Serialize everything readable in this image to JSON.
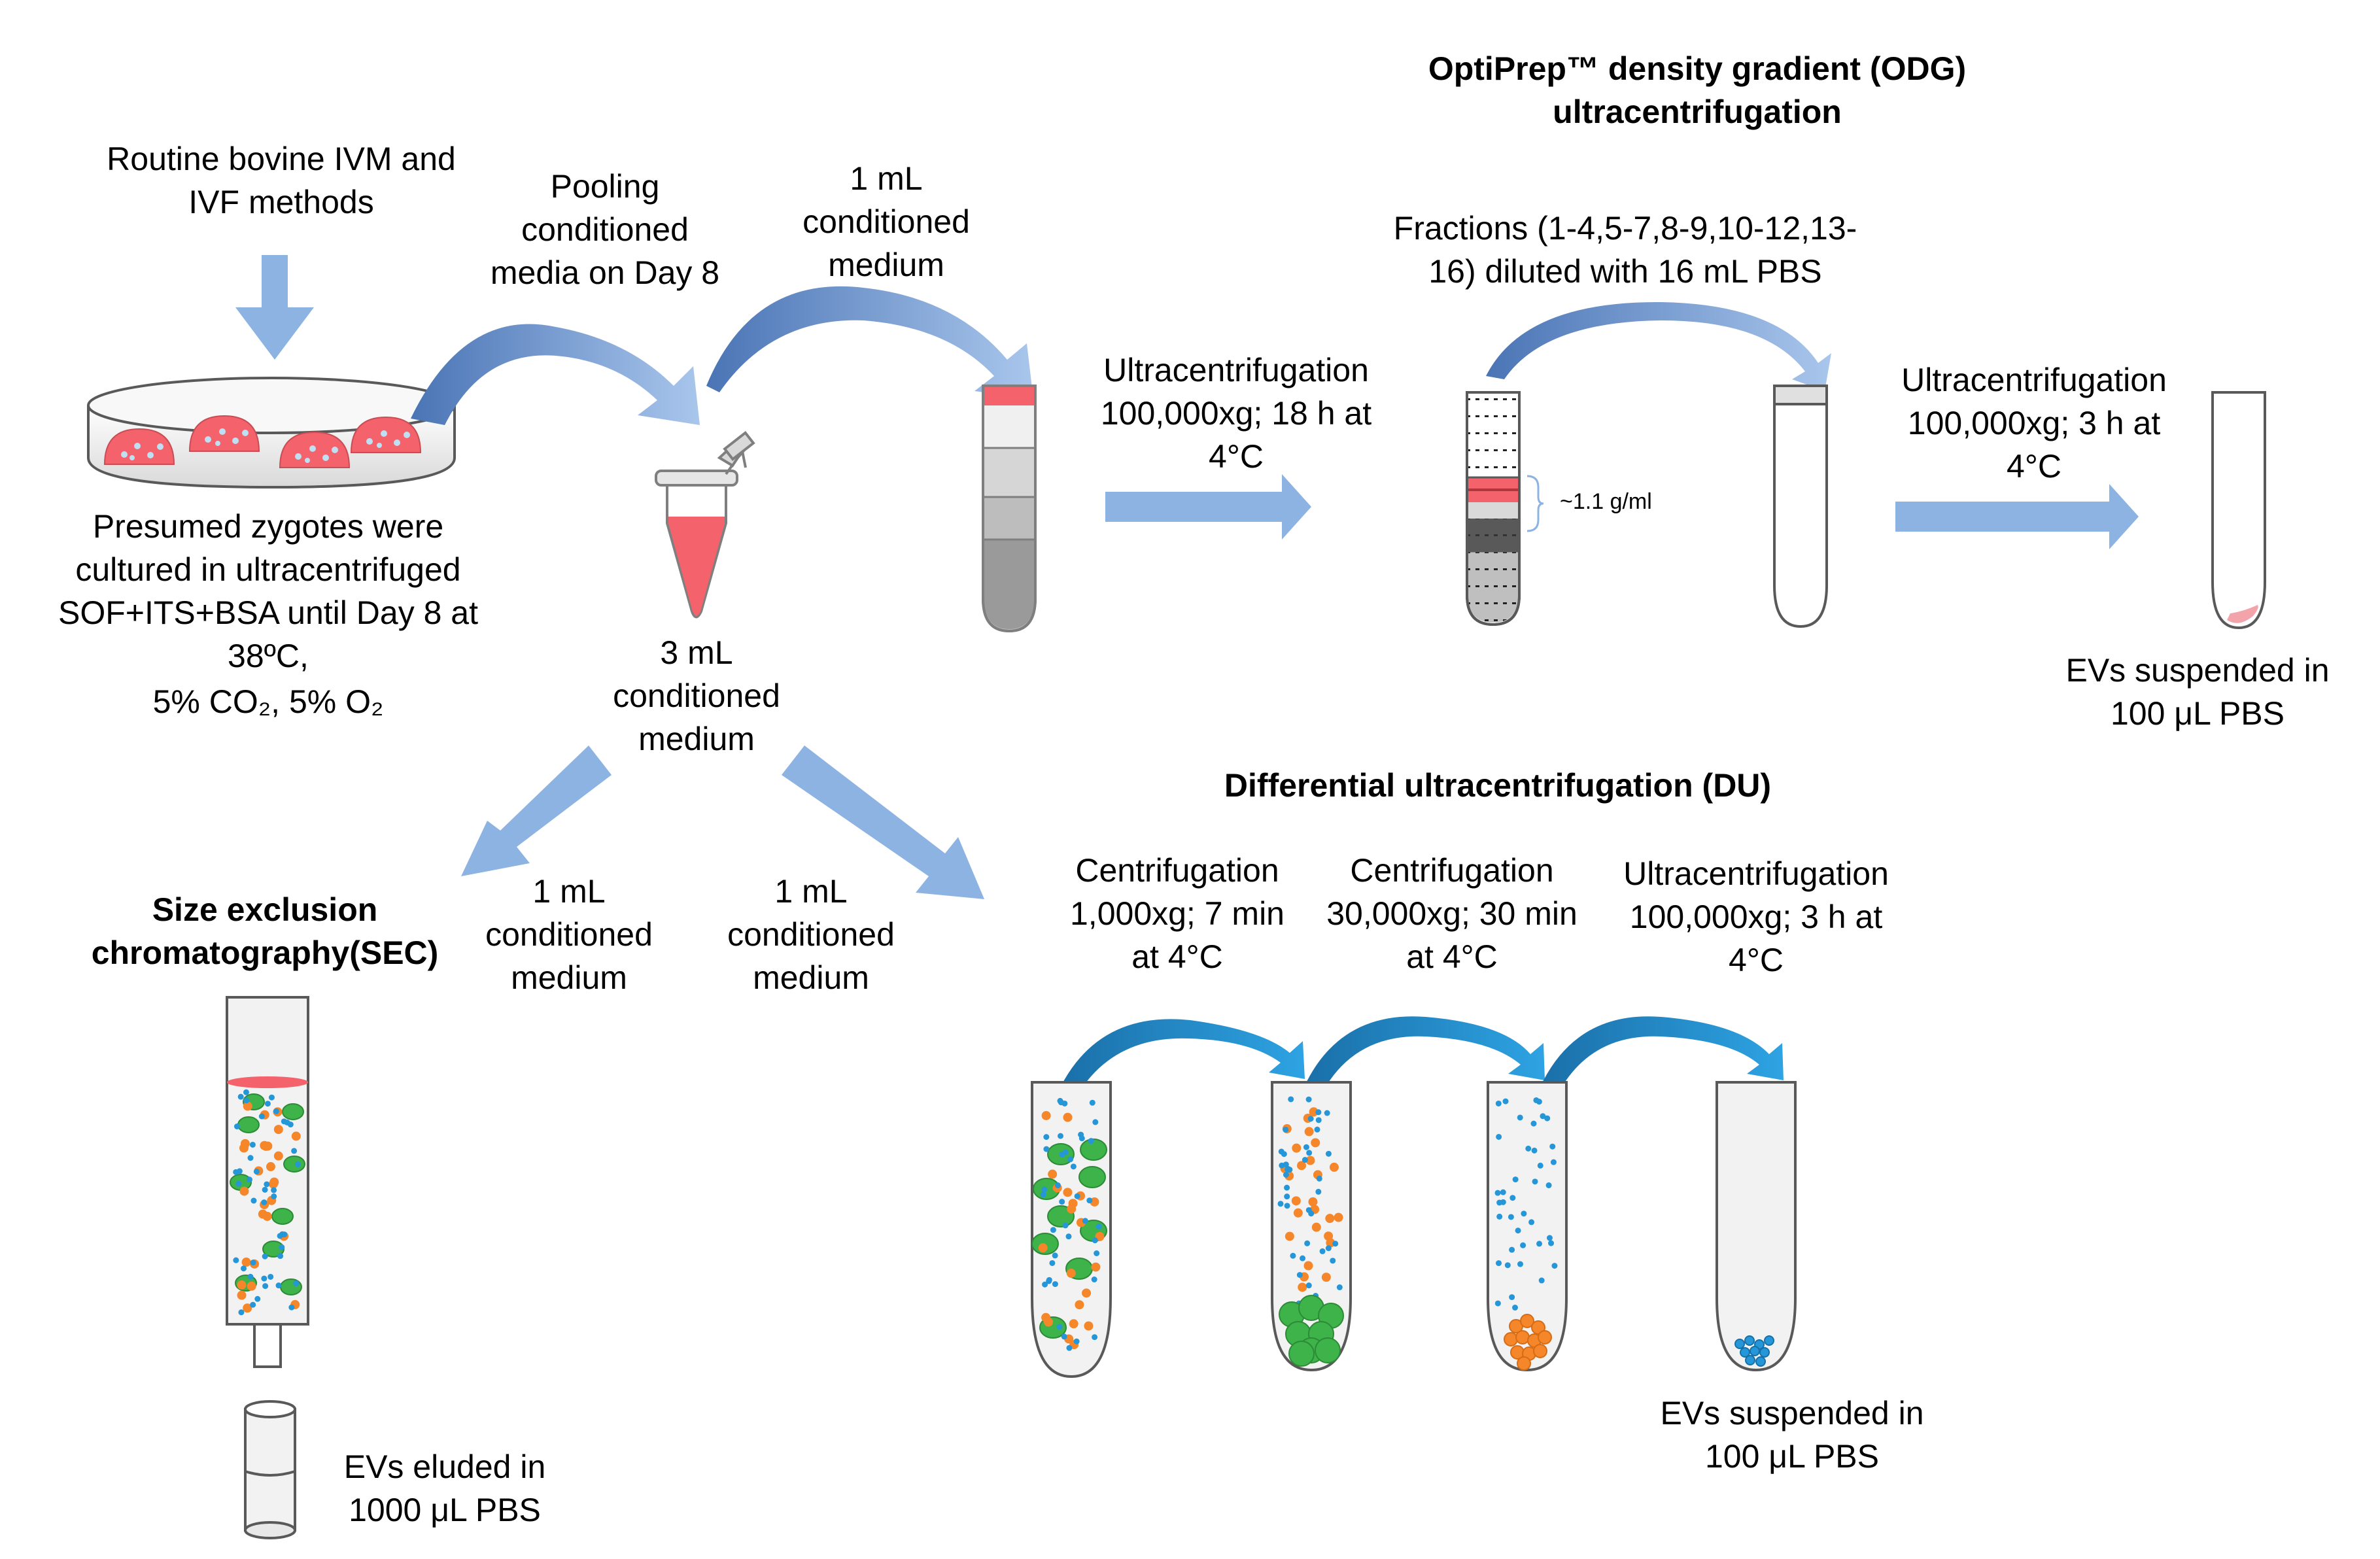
{
  "odg": {
    "title": "OptiPrep™ density gradient (ODG)\nultracentrifugation",
    "fractions_label": "Fractions (1-4,5-7,8-9,10-12,13-\n16) diluted with 16 mL PBS",
    "density_label": "~1.1 g/ml",
    "step1_label": "Ultracentrifugation\n100,000xg; 18 h at\n4°C",
    "step2_label": "Ultracentrifugation\n100,000xg; 3 h at\n4°C",
    "result_label": "EVs suspended in\n100 μL PBS"
  },
  "culture": {
    "methods_label": "Routine bovine IVM and\nIVF methods",
    "zygotes_label": "Presumed zygotes were\ncultured in ultracentrifuged\nSOF+ITS+BSA until Day 8 at\n38ºC,",
    "gas_label": "5% CO₂, 5% O₂"
  },
  "pooling_label": "Pooling\nconditioned\nmedia on Day 8",
  "odg_input_label": "1 mL\nconditioned\nmedium",
  "tube_volume_label": "3 mL\nconditioned\nmedium",
  "sec": {
    "title": "Size exclusion\nchromatography(SEC)",
    "input_label": "1 mL\nconditioned\nmedium",
    "result_label": "EVs eluded in\n1000 μL PBS"
  },
  "du": {
    "title": "Differential ultracentrifugation (DU)",
    "input_label": "1 mL\nconditioned\nmedium",
    "step1_label": "Centrifugation\n1,000xg; 7 min\nat 4°C",
    "step2_label": "Centrifugation\n30,000xg; 30 min\nat 4°C",
    "step3_label": "Ultracentrifugation\n100,000xg; 3 h at\n4°C",
    "result_label": "EVs suspended in\n100 μL PBS"
  },
  "colors": {
    "arrow_blue": "#8db3e2",
    "arrow_dark": "#4a74b5",
    "du_arrow": "#1f87c6",
    "media_red": "#f4626b",
    "ev_blue": "#2596d8",
    "particle_orange": "#f5862a",
    "particle_green": "#3db34a"
  }
}
